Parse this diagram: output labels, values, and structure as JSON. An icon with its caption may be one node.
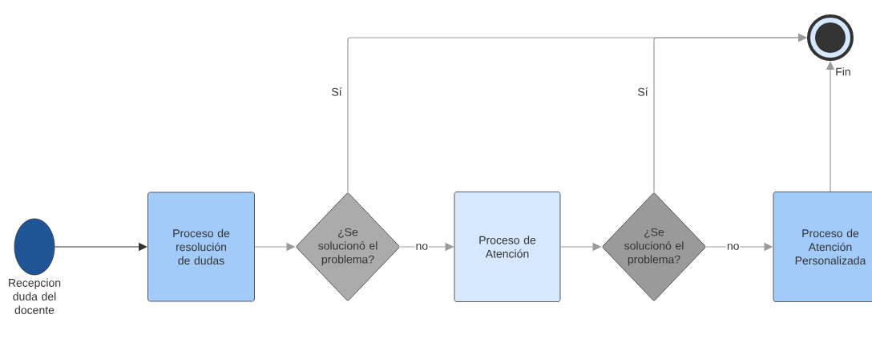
{
  "diagram": {
    "nodes": [
      {
        "text": [],
        "shape": "circle",
        "beside": [
          "Recepcion duda del docente"
        ]
      },
      {
        "text": [
          "Proceso de resolución de dudas"
        ]
      },
      {
        "text": [
          "¿Se solucionó el problema?"
        ]
      },
      {
        "text": [
          "Proceso de Atención"
        ]
      },
      {
        "text": [
          "¿Se solucionó el problema?"
        ]
      },
      {
        "text": [
          "Proceso de Atención Personalizada"
        ]
      },
      {
        "text": [],
        "shape": "circle",
        "beside": [
          "Fin"
        ]
      }
    ],
    "edges": [
      {
        "from": 0,
        "to": 1,
        "arrow": "to",
        "color": "#333333"
      },
      {
        "from": 1,
        "to": 2,
        "arrow": "to"
      },
      {
        "from": 2,
        "to": 3,
        "arrow": "to",
        "label": "no"
      },
      {
        "from": 3,
        "to": 4,
        "arrow": "to"
      },
      {
        "from": 4,
        "to": 5,
        "arrow": "to",
        "label": "no"
      },
      {
        "from": 2,
        "to": 6,
        "arrow": "to",
        "label": "Sí"
      },
      {
        "from": 4,
        "to": 6,
        "arrow": "to",
        "label": "Sí"
      },
      {
        "from": 5,
        "to": 6,
        "arrow": "to"
      }
    ]
  }
}
